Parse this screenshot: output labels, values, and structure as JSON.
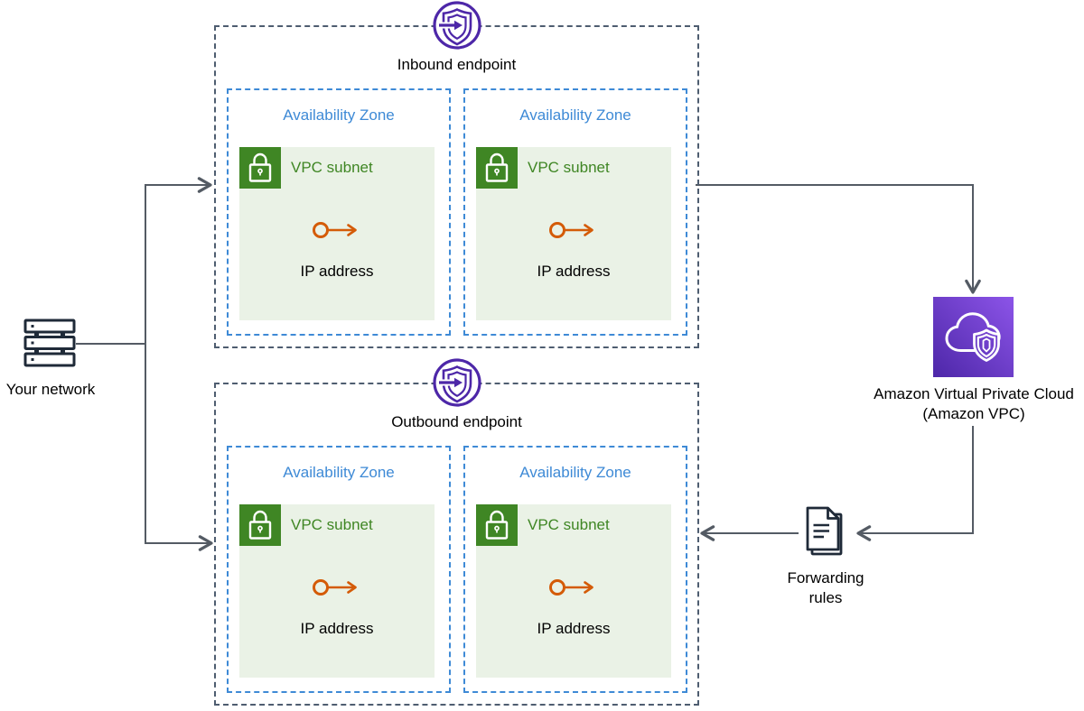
{
  "your_network": {
    "label": "Your network"
  },
  "inbound_endpoint": {
    "label": "Inbound endpoint",
    "zones": [
      {
        "label": "Availability Zone",
        "subnet_label": "VPC subnet",
        "ip_label": "IP address"
      },
      {
        "label": "Availability Zone",
        "subnet_label": "VPC subnet",
        "ip_label": "IP address"
      }
    ]
  },
  "outbound_endpoint": {
    "label": "Outbound endpoint",
    "zones": [
      {
        "label": "Availability Zone",
        "subnet_label": "VPC subnet",
        "ip_label": "IP address"
      },
      {
        "label": "Availability Zone",
        "subnet_label": "VPC subnet",
        "ip_label": "IP address"
      }
    ]
  },
  "amazon_vpc": {
    "label_line1": "Amazon Virtual Private Cloud",
    "label_line2": "(Amazon VPC)"
  },
  "forwarding_rules": {
    "label_line1": "Forwarding",
    "label_line2": "rules"
  },
  "icons": {
    "endpoint": "resolver-endpoint-shield-arrow-icon",
    "lock": "private-subnet-lock-icon",
    "ip": "ip-address-arrow-icon",
    "server": "network-server-stack-icon",
    "vpc": "amazon-vpc-cloud-shield-icon",
    "document": "forwarding-rules-document-icon"
  },
  "colors": {
    "connector_line": "#545b64",
    "endpoint_border_dash": "#4e5d70",
    "availability_zone_blue": "#3e8ad6",
    "subnet_green": "#3f8624",
    "subnet_fill": "#eaf2e6",
    "endpoint_purple": "#4d27a8",
    "ip_orange": "#d45b07",
    "dark_icon_navy": "#1f2a38",
    "vpc_gradient_start": "#4d27a8",
    "vpc_gradient_end": "#8c54e8"
  }
}
